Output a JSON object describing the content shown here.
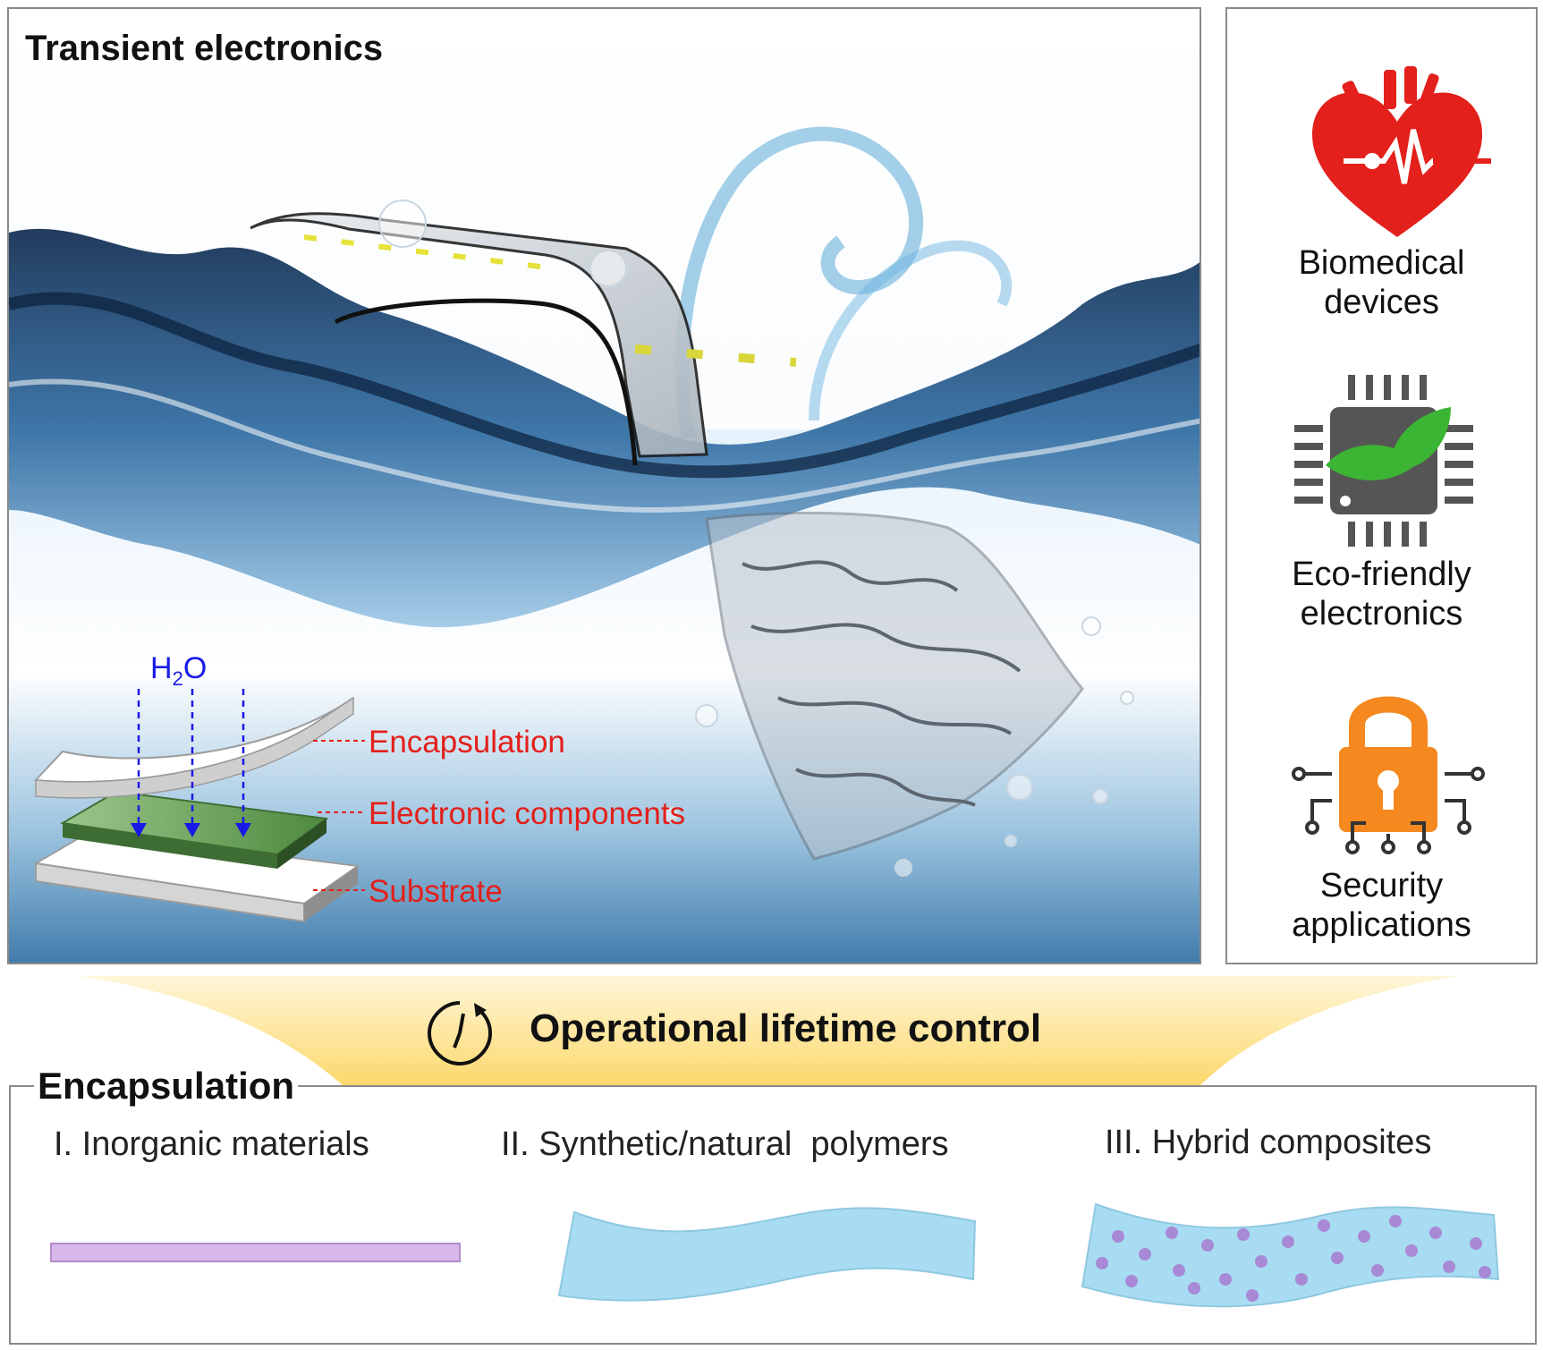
{
  "main_panel": {
    "title": "Transient electronics",
    "layer_labels": {
      "water": "H",
      "water_sub": "2",
      "water_suffix": "O",
      "encapsulation": "Encapsulation",
      "electronic_components": "Electronic components",
      "substrate": "Substrate"
    }
  },
  "applications": [
    {
      "line1": "Biomedical",
      "line2": "devices",
      "icon": "heart-icon"
    },
    {
      "line1": "Eco-friendly",
      "line2": "electronics",
      "icon": "chip-leaf-icon"
    },
    {
      "line1": "Security",
      "line2": "applications",
      "icon": "padlock-icon"
    }
  ],
  "lifetime": {
    "label": "Operational lifetime control",
    "icon": "clock-cycle-icon"
  },
  "encapsulation": {
    "title": "Encapsulation",
    "types": [
      {
        "label": "I. Inorganic materials",
        "color": "#d8b8ea"
      },
      {
        "label": "II. Synthetic/natural  polymers",
        "color": "#a8dcf2"
      },
      {
        "label": "III. Hybrid composites",
        "color": "#a8dcf2"
      }
    ]
  },
  "colors": {
    "accent_red": "#e3201b",
    "water_blue": "#1a1ae6",
    "banner_yellow": "#fcd86a",
    "particle_purple": "#a889d6"
  }
}
